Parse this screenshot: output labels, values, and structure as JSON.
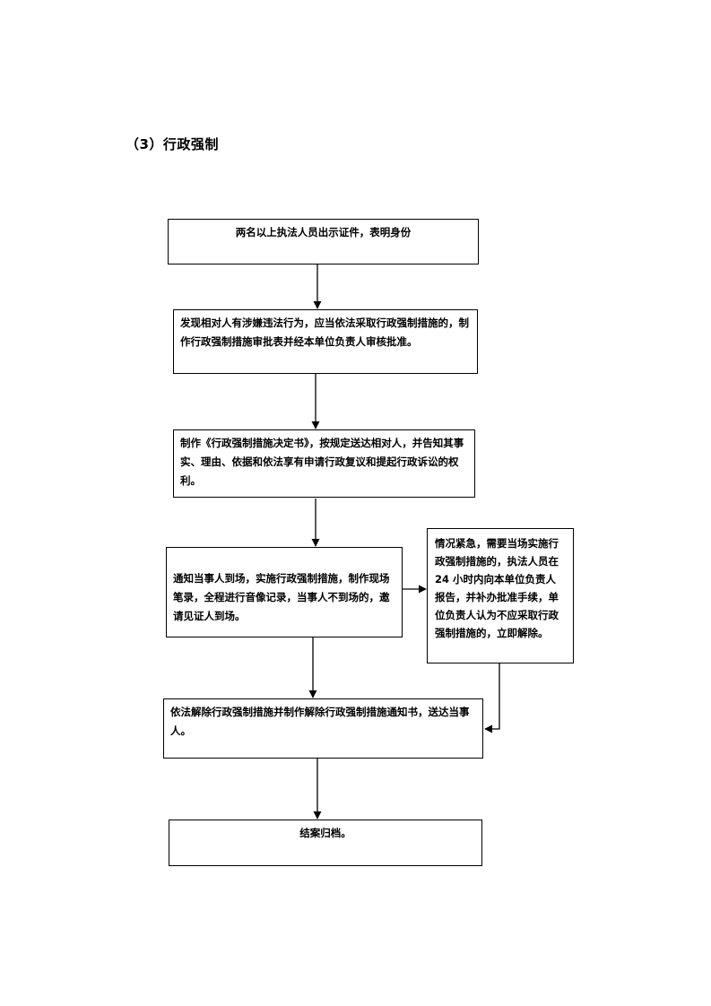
{
  "heading": "（3）行政强制",
  "steps": [
    {
      "text": "两名以上执法人员出示证件，表明身份"
    },
    {
      "text": "发现相对人有涉嫌违法行为，应当依法采取行政强制措施的，制作行政强制措施审批表并经本单位负责人审核批准。"
    },
    {
      "text": "制作《行政强制措施决定书》，按规定送达相对人，并告知其事实、理由、依据和依法享有申请行政复议和提起行政诉讼的权利。"
    },
    {
      "text": "通知当事人到场，实施行政强制措施，制作现场笔录，全程进行音像记录，当事人不到场的，邀请见证人到场。"
    },
    {
      "text": "情况紧急，需要当场实施行政强制措施的，执法人员在 24 小时内向本单位负责人报告，并补办批准手续，单位负责人认为不应采取行政强制措施的，立即解除。"
    },
    {
      "text": "依法解除行政强制措施并制作解除行政强制措施通知书，送达当事人。"
    },
    {
      "text": "结案归档。"
    }
  ]
}
